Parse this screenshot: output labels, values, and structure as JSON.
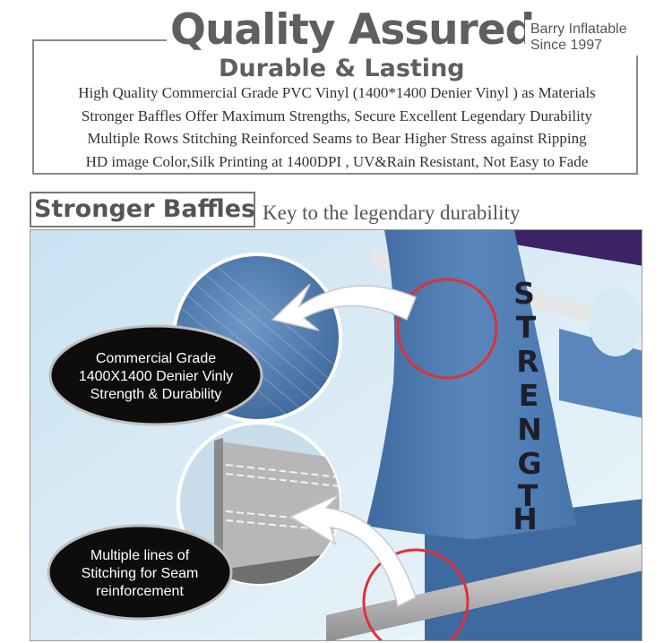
{
  "header": {
    "title": "Quality Assured",
    "subtitle": "Durable & Lasting",
    "brand_line1": "Barry Inflatable",
    "brand_line2": "Since 1997"
  },
  "features": [
    "High Quality Commercial Grade PVC Vinyl (1400*1400 Denier Vinyl ) as Materials",
    "Stronger Baffles Offer Maximum Strengths, Secure Excellent Legendary Durability",
    "Multiple Rows Stitching Reinforced Seams to Bear Higher Stress against Ripping",
    "HD image Color,Silk Printing at 1400DPI , UV&Rain Resistant,  Not Easy to Fade"
  ],
  "section": {
    "title": "Stronger Baffles",
    "tagline": "Key to the legendary durability"
  },
  "illustration": {
    "callout_top": [
      "Commercial Grade",
      "1400X1400 Denier Vinly",
      "Strength & Durability"
    ],
    "callout_bottom": [
      "Multiple lines of",
      "Stitching for Seam",
      "reinforcement"
    ],
    "banner_letters": [
      "S",
      "T",
      "R",
      "E",
      "N",
      "G",
      "T",
      "H"
    ],
    "colors": {
      "vinyl_blue": "#4d78ad",
      "sky_light": "#d6eaf5",
      "purple_top": "#3c2366",
      "highlight_circle": "#e0303a",
      "callout_bg": "#0d0d0d"
    }
  }
}
